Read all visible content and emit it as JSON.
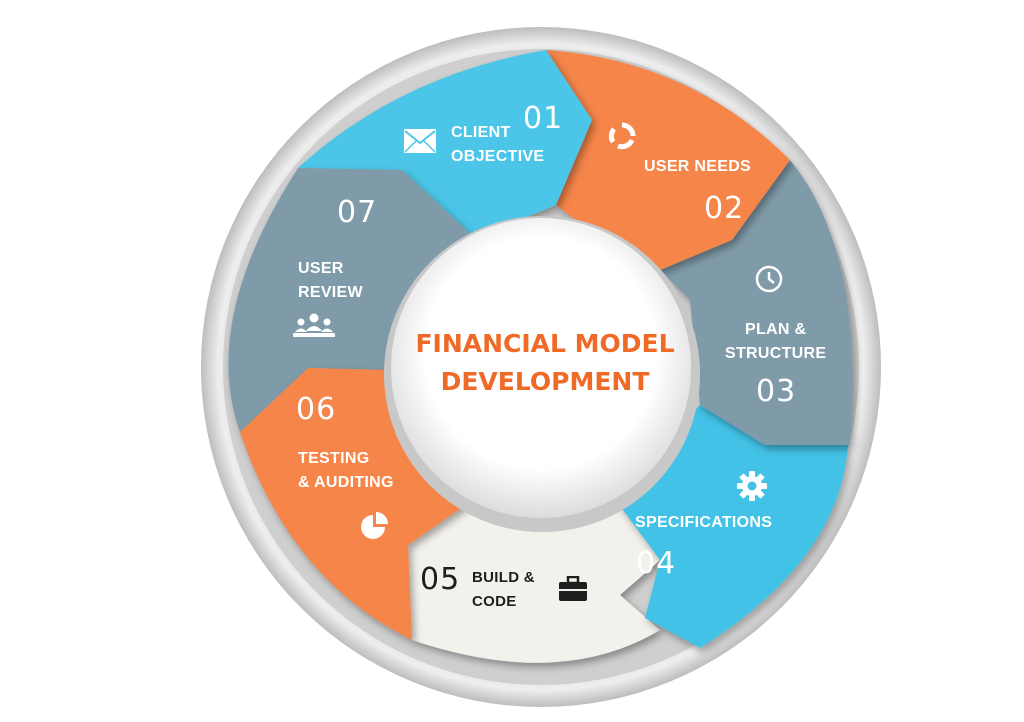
{
  "center": {
    "line1": "FINANCIAL MODEL",
    "line2": "DEVELOPMENT"
  },
  "steps": [
    {
      "number": "01",
      "line1": "CLIENT",
      "line2": "OBJECTIVE",
      "color": "#4cc6e8",
      "icon": "envelope-icon"
    },
    {
      "number": "02",
      "line1": "USER NEEDS",
      "line2": "",
      "color": "#f5854a",
      "icon": "cycle-arrows-icon"
    },
    {
      "number": "03",
      "line1": "PLAN &",
      "line2": "STRUCTURE",
      "color": "#7f9ba9",
      "icon": "clock-icon"
    },
    {
      "number": "04",
      "line1": "SPECIFICATIONS",
      "line2": "",
      "color": "#42c2e6",
      "icon": "gear-icon"
    },
    {
      "number": "05",
      "line1": "BUILD &",
      "line2": "CODE",
      "color": "#f3f1ec",
      "icon": "briefcase-icon"
    },
    {
      "number": "06",
      "line1": "TESTING",
      "line2": "& AUDITING",
      "color": "#f5854a",
      "icon": "pie-chart-icon"
    },
    {
      "number": "07",
      "line1": "USER",
      "line2": "REVIEW",
      "color": "#7f9ba9",
      "icon": "meeting-people-icon"
    }
  ]
}
